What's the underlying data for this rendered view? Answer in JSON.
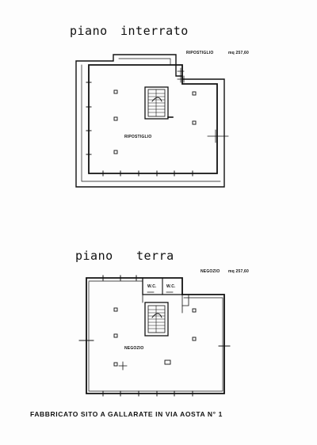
{
  "basement": {
    "title_word1": "piano",
    "title_word2": "interrato",
    "area_room": "RIPOSTIGLIO",
    "area_value": "mq  257,60",
    "room_label": "RIPOSTIGLIO"
  },
  "ground": {
    "title_word1": "piano",
    "title_word2": "terra",
    "area_room": "NEGOZIO",
    "area_value": "mq  257,60",
    "wc_label_1": "W.C.",
    "wc_label_2": "W.C.",
    "room_label": "NEGOZIO"
  },
  "caption": "FABBRICATO SITO A GALLARATE IN VIA AOSTA N° 1"
}
